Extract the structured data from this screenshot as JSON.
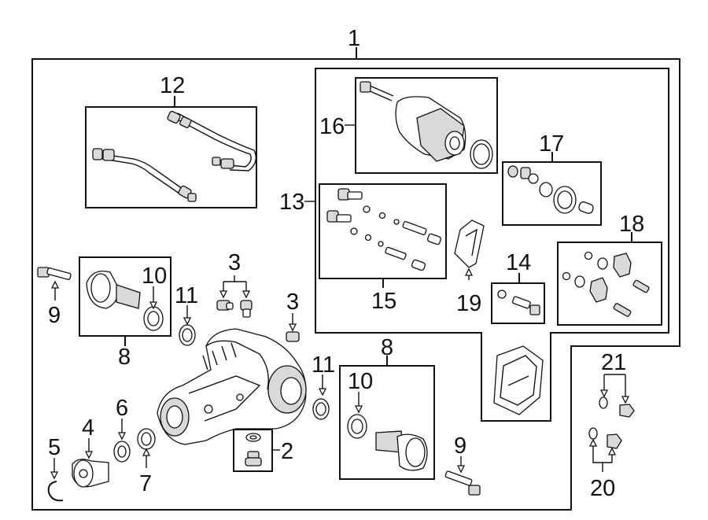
{
  "diagram": {
    "callouts": {
      "c1": "1",
      "c2": "2",
      "c3a": "3",
      "c3b": "3",
      "c4": "4",
      "c5": "5",
      "c6": "6",
      "c7": "7",
      "c8a": "8",
      "c8b": "8",
      "c9a": "9",
      "c9b": "9",
      "c10a": "10",
      "c10b": "10",
      "c11a": "11",
      "c11b": "11",
      "c12": "12",
      "c13": "13",
      "c14": "14",
      "c15": "15",
      "c16": "16",
      "c17": "17",
      "c18": "18",
      "c19": "19",
      "c20": "20",
      "c21": "21"
    }
  }
}
